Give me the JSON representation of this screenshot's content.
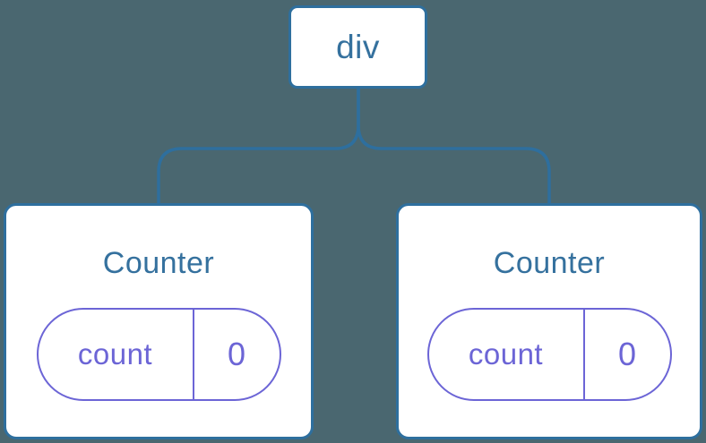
{
  "diagram": {
    "type": "react-component-tree",
    "colors": {
      "background": "#4a6770",
      "node_border_blue": "#2e6f9e",
      "node_text_blue": "#35719e",
      "state_purple": "#6c65d6",
      "node_fill": "#ffffff"
    },
    "root": {
      "label": "div"
    },
    "children": [
      {
        "title": "Counter",
        "state": {
          "key": "count",
          "value": "0"
        }
      },
      {
        "title": "Counter",
        "state": {
          "key": "count",
          "value": "0"
        }
      }
    ]
  }
}
